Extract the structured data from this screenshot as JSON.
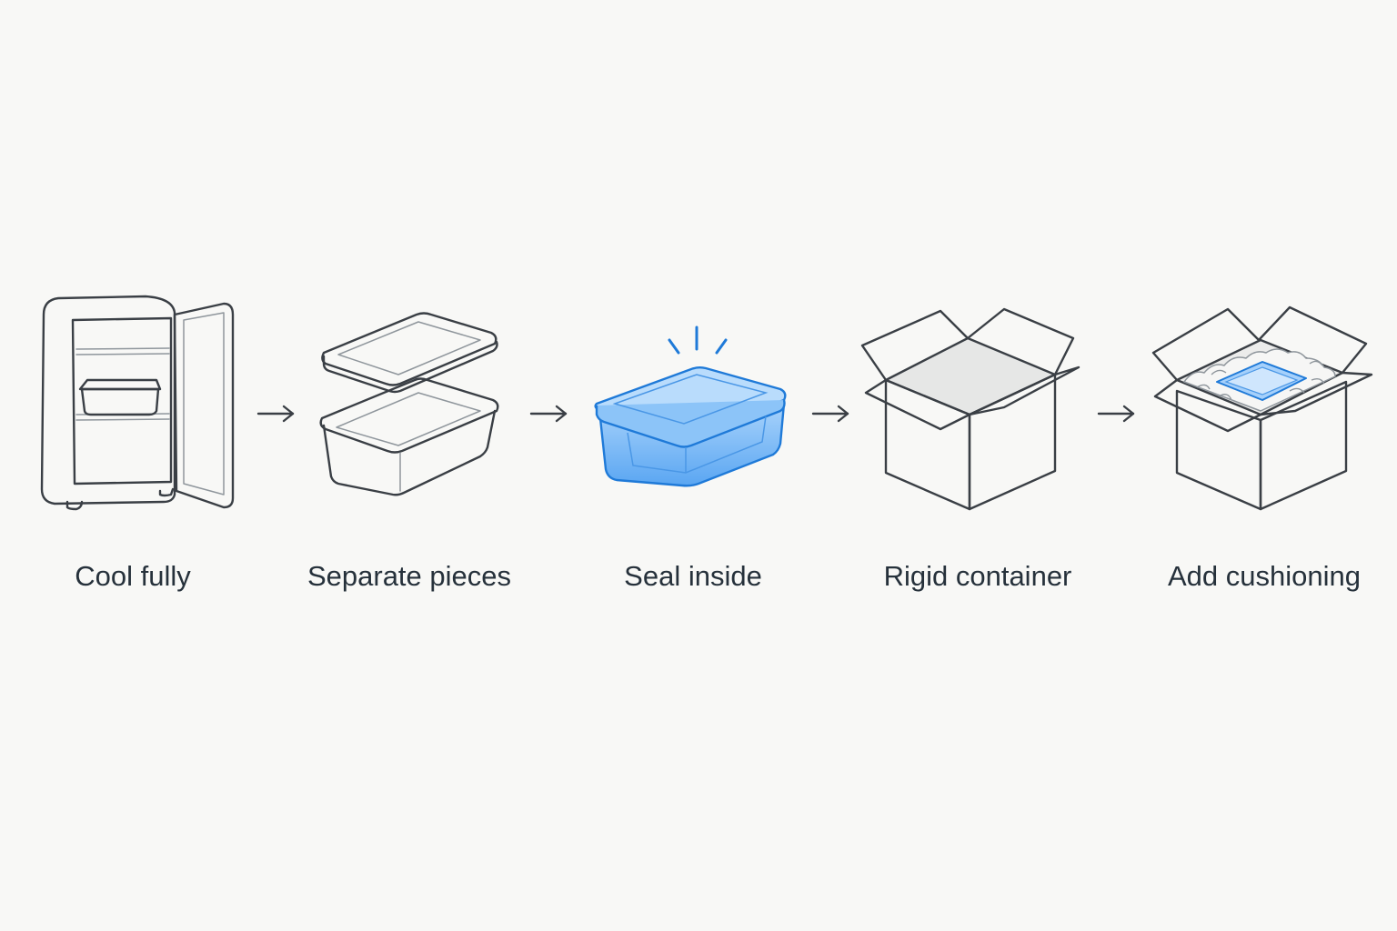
{
  "steps": [
    {
      "label": "Cool fully",
      "icon": "fridge-icon"
    },
    {
      "label": "Separate pieces",
      "icon": "container-lid-separated-icon"
    },
    {
      "label": "Seal inside",
      "icon": "sealed-container-icon"
    },
    {
      "label": "Rigid container",
      "icon": "open-box-icon"
    },
    {
      "label": "Add cushioning",
      "icon": "cushioned-box-icon"
    }
  ],
  "connectors": [
    "arrow-right-icon",
    "arrow-right-icon",
    "arrow-right-icon",
    "arrow-right-icon"
  ],
  "colors": {
    "background": "#f8f8f6",
    "outline": "#3a3f45",
    "label_text": "#26313b",
    "highlight_fill": "#6fb3f5",
    "highlight_stroke": "#1f7ad8",
    "box_shade": "#eeeeec"
  }
}
